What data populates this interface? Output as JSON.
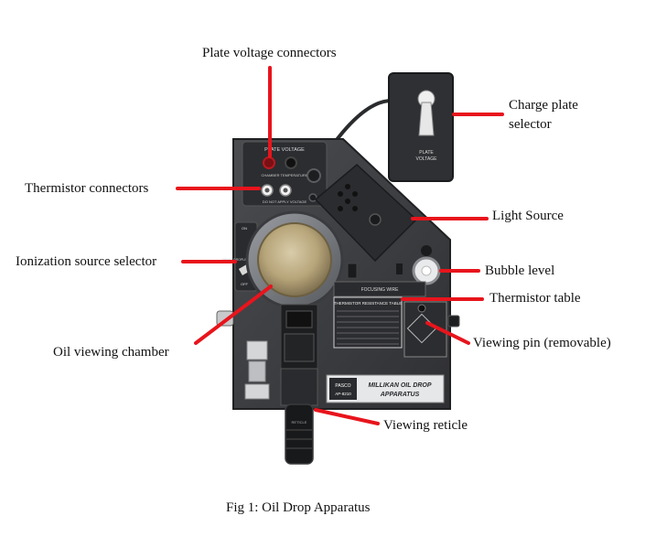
{
  "labels": {
    "plate_voltage_connectors": "Plate voltage connectors",
    "charge_plate_selector_line1": "Charge plate",
    "charge_plate_selector_line2": "selector",
    "thermistor_connectors": "Thermistor connectors",
    "light_source": "Light Source",
    "ionization_source_selector": "Ionization source selector",
    "bubble_level": "Bubble level",
    "thermistor_table": "Thermistor table",
    "oil_viewing_chamber": "Oil viewing chamber",
    "viewing_pin": "Viewing pin (removable)",
    "viewing_reticle": "Viewing reticle"
  },
  "caption": "Fig 1: Oil Drop Apparatus",
  "device": {
    "plate_voltage_title": "PLATE VOLTAGE",
    "thermistor_temp_text": "CHAMBER TEMPERATURE",
    "do_not_apply": "DO NOT APPLY VOLTAGE",
    "ionization_on": "ON",
    "ionization_spray": "SPRAY DROPLET POSITION",
    "ionization_off": "OFF",
    "focusing_wire": "FOCUSING WIRE",
    "thermistor_table_title": "THERMISTOR RESISTANCE TABLE",
    "nameplate_title_1": "MILLIKAN OIL DROP",
    "nameplate_title_2": "APPARATUS",
    "model": "AP-8210",
    "brand": "PASCO",
    "box_label_1": "PLATE",
    "box_label_2": "VOLTAGE",
    "reticle_text": "RETICLE"
  },
  "colors": {
    "leader_line": "#e8141c",
    "device_body": "#3d3f42",
    "device_dark": "#232426",
    "chamber_brass": "#b7a57a",
    "text": "#111111"
  }
}
